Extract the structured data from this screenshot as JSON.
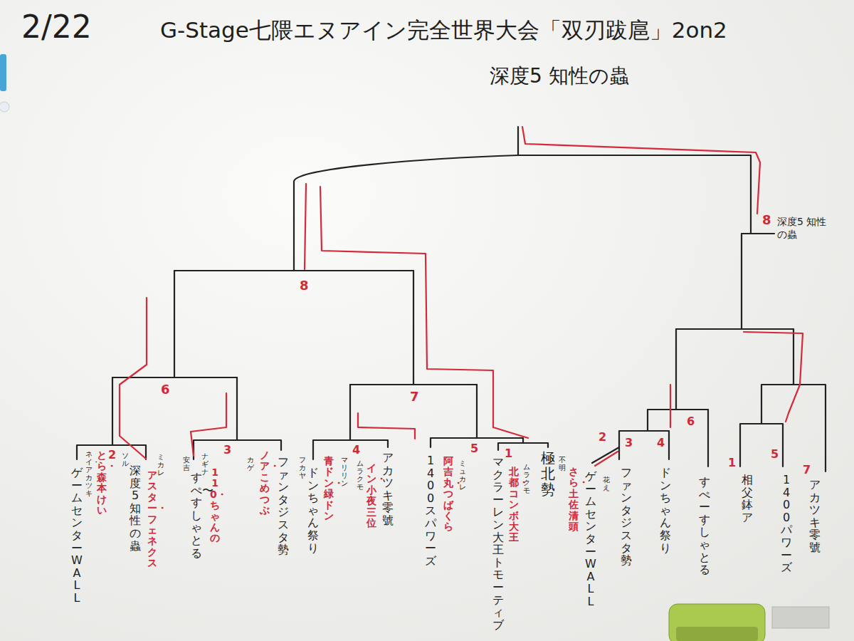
{
  "diagram": {
    "title": "G-Stage七隈エヌアイン完全世界大会「双刃跋扈」2on2",
    "labels": [
      "2/22",
      "深度5 知性の蟲",
      "8",
      "深度5 知性の蟲",
      "8",
      "6",
      "7",
      "ネイ・アカツキ",
      "とら・森本けい",
      "ゲームセンターWALL",
      "2",
      "ソル",
      "深度5 知性の蟲",
      "ミカレ",
      "アスター・フェネクス",
      "安吉",
      "すぺ〜すしゃとる",
      "ナギナ",
      "110・ちゃんの",
      "3",
      "カゲ",
      "ノア・こめつぶ",
      "ファンタジスタ勢",
      "フカヤ",
      "ドンちゃん祭り",
      "青ドン・緑ドン",
      "マリリン",
      "4",
      "ムラクモ",
      "イン・小夜三位",
      "アカツキ零號",
      "1400スパワーズ",
      "阿吉丸・つばくら",
      "ミュカレ",
      "5",
      "マクラーレン大王トモーティブ",
      "1",
      "北都・コンボ大王",
      "ムラクモ",
      "極北勢",
      "不明",
      "さら・土佐清頭",
      "ゲームセンターWALL",
      "2",
      "花え",
      "ファンタジスタ勢",
      "3",
      "4",
      "ドンちゃん祭り",
      "6",
      "すぺーすしゃとる",
      "1",
      "相父鉢ア",
      "5",
      "1400パワーズ",
      "7",
      "アカツキ零號"
    ]
  }
}
